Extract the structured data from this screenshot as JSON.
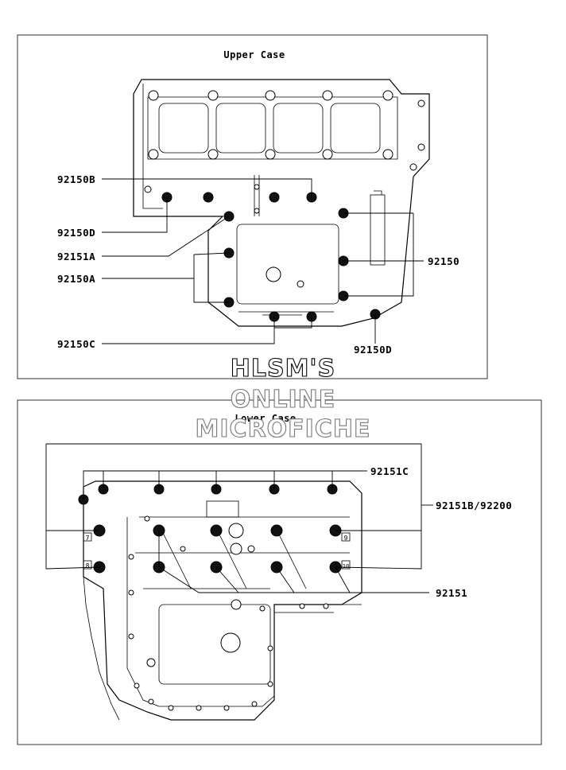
{
  "panels": {
    "upper": {
      "title": "Upper Case"
    },
    "lower": {
      "title": "Lower Case"
    }
  },
  "watermark": {
    "line1": "HLSM'S",
    "line2": "ONLINE",
    "line3": "MICROFICHE"
  },
  "callouts": {
    "upper": {
      "c92150B": "92150B",
      "c92150D_left": "92150D",
      "c92151A": "92151A",
      "c92150A": "92150A",
      "c92150C": "92150C",
      "c92150": "92150",
      "c92150D_right": "92150D"
    },
    "lower": {
      "c92151C": "92151C",
      "c92151B_92200": "92151B/92200",
      "c92151": "92151"
    }
  },
  "plate_numbers": {
    "n7": "7",
    "n8": "8",
    "n9": "9",
    "n10": "10"
  }
}
